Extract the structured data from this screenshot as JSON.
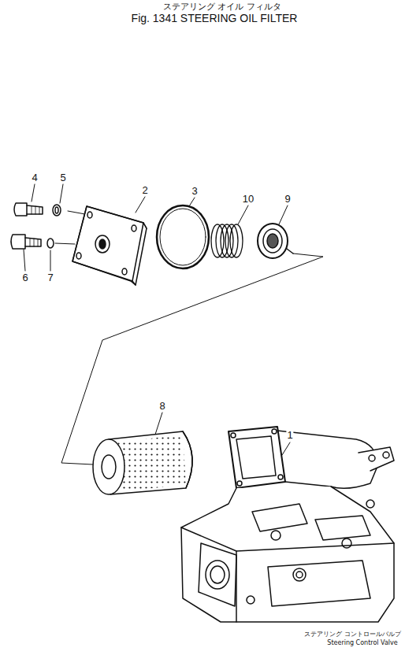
{
  "diagram": {
    "title": "Fig. 1341 STEERING OIL FILTER",
    "labels": [
      "ステアリング オイル フィルタ",
      "4",
      "5",
      "2",
      "3",
      "10",
      "9",
      "6",
      "7",
      "8",
      "1",
      "ステアリング コントロールバルブ",
      "Steering Control Valve"
    ]
  }
}
